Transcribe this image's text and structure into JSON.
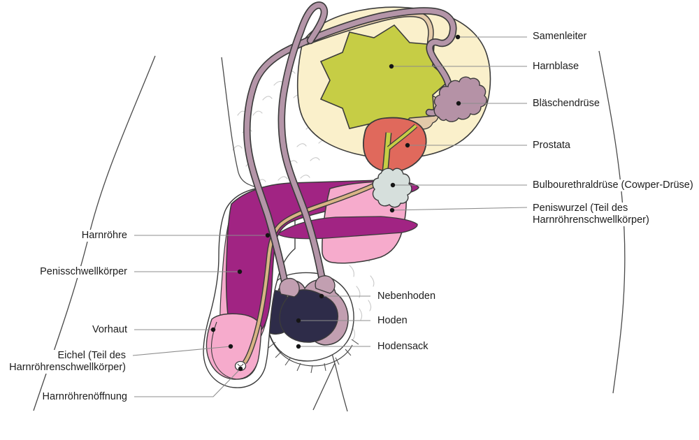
{
  "figure": {
    "kind": "anatomical diagram",
    "language": "German"
  },
  "labels": {
    "right": [
      {
        "id": "samenleiter",
        "text": "Samenleiter"
      },
      {
        "id": "harnblase",
        "text": "Harnblase"
      },
      {
        "id": "blaeschendruese",
        "text": "Bläschendrüse"
      },
      {
        "id": "prostata",
        "text": "Prostata"
      },
      {
        "id": "bulbourethraldruese",
        "text": "Bulbourethraldrüse (Cowper-Drüse)"
      },
      {
        "id": "peniswurzel",
        "text": "Peniswurzel (Teil des\nHarnröhrenschwellkörper)"
      }
    ],
    "middle": [
      {
        "id": "nebenhoden",
        "text": "Nebenhoden"
      },
      {
        "id": "hoden",
        "text": "Hoden"
      },
      {
        "id": "hodensack",
        "text": "Hodensack"
      }
    ],
    "left": [
      {
        "id": "harnroehre",
        "text": "Harnröhre"
      },
      {
        "id": "penisschwellkoerper",
        "text": "Penisschwellkörper"
      },
      {
        "id": "vorhaut",
        "text": "Vorhaut"
      },
      {
        "id": "eichel",
        "text": "Eichel (Teil des\nHarnröhrenschwellkörper)"
      },
      {
        "id": "harnroehrenoeffnung",
        "text": "Harnröhrenöffnung"
      }
    ]
  },
  "colors": {
    "bladder_outer": "#faf0cb",
    "bladder_inner": "#c6cd45",
    "vas_deferens": "#b495a8",
    "vas_deferens_behind": "#e3caa9",
    "seminal_vesicle": "#b592a6",
    "prostate": "#e0695c",
    "cowper_gland": "#d6dfdc",
    "corpus_cavernosum": "#a12483",
    "corpus_spongiosum": "#f6abcc",
    "urethra_tube": "#d9b485",
    "testis": "#2e2c49",
    "epididymis": "#c29fb1",
    "outline": "#3b3b3b",
    "body_line": "#4a4a4a",
    "leader_line": "#8c8c8c",
    "hair": "#c8c8c8",
    "text": "#1c1c1c"
  }
}
